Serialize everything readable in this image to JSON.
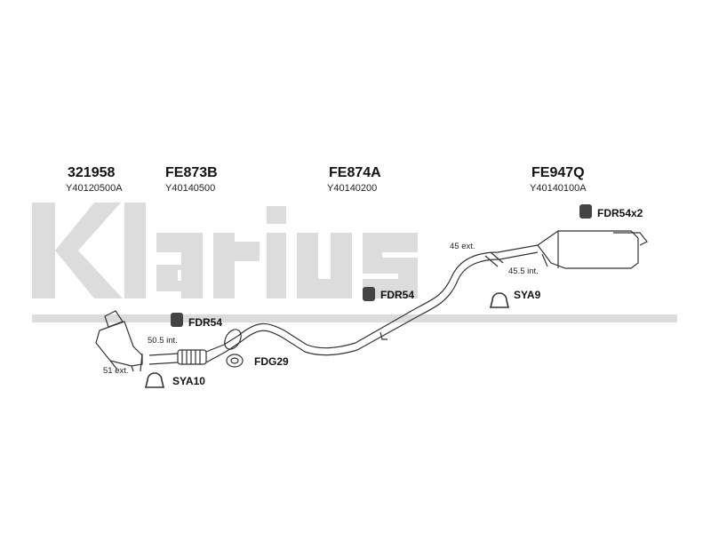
{
  "watermark": {
    "text": "Klarius",
    "color": "#d9d9d9"
  },
  "parts": [
    {
      "number": "321958",
      "ref": "Y40120500A"
    },
    {
      "number": "FE873B",
      "ref": "Y40140500"
    },
    {
      "number": "FE874A",
      "ref": "Y40140200"
    },
    {
      "number": "FE947Q",
      "ref": "Y40140100A"
    }
  ],
  "accessories": {
    "fdr54_front": "FDR54",
    "fdr54_mid": "FDR54",
    "fdr54x2": "FDR54x2",
    "sya9": "SYA9",
    "sya10": "SYA10",
    "fdg29": "FDG29"
  },
  "dimensions": {
    "ext_45": "45 ext.",
    "int_45_5": "45.5 int.",
    "int_50_5": "50.5 int.",
    "ext_51": "51 ext."
  }
}
